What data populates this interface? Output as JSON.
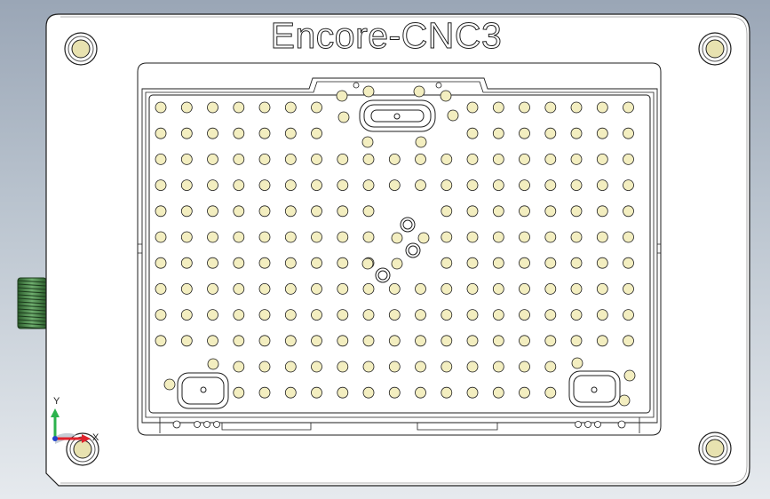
{
  "title": "Encore-CNC3",
  "triad": {
    "y_label": "Y",
    "x_label": "X"
  },
  "colors": {
    "plate": "#ffffff",
    "outline": "#1e1e1e",
    "hole_fill": "#f3eec0",
    "screw_fill": "#e8e2b0",
    "triad_y": "#2bb24c",
    "triad_x": "#e0222c",
    "connector": "#3a7a3a"
  }
}
